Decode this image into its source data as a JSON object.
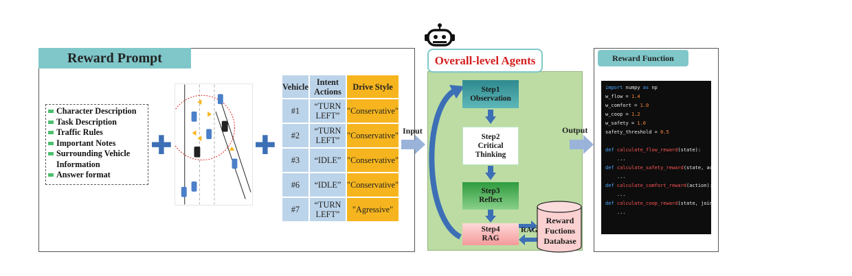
{
  "reward_prompt": {
    "title": "Reward Prompt",
    "items": [
      "Character Description",
      "Task Description",
      "Traffic Rules",
      "Important Notes",
      "Surrounding Vehicle Information",
      "Answer format"
    ]
  },
  "plus_symbol": "✚",
  "vehicle_table": {
    "headers": [
      "Vehicle",
      "Intent Actions",
      "Drive Style"
    ],
    "rows": [
      [
        "#1",
        "“TURN LEFT”",
        "\"Conservative\""
      ],
      [
        "#2",
        "“TURN LEFT”",
        "\"Conservative\""
      ],
      [
        "#3",
        "“IDLE”",
        "\"Conservative\""
      ],
      [
        "#6",
        "“IDLE”",
        "\"Conservative\""
      ],
      [
        "#7",
        "“TURN LEFT”",
        "\"Agressive\""
      ]
    ],
    "header_color": "#bcd4ea",
    "style_color": "#f6b51e"
  },
  "agents": {
    "title": "Overall-level Agents",
    "input_label": "Input",
    "output_label": "Output",
    "steps": [
      {
        "num": "Step1",
        "name": "Observation"
      },
      {
        "num": "Step2",
        "name": "Critical Thinking"
      },
      {
        "num": "Step3",
        "name": "Reflect"
      },
      {
        "num": "Step4",
        "name": "RAG"
      }
    ],
    "rag_label": "RAG",
    "database_label": "Reward Fuctions Database",
    "robot_icon": "robot-icon"
  },
  "reward_function": {
    "title": "Reward Function",
    "code": [
      "import numpy as np",
      "w_flow = 1.4",
      "w_comfort = 1.0",
      "w_coop = 1.2",
      "w_safety = 1.0",
      "safety_threshold = 0.5",
      "",
      "def calculate_flow_reward(state):",
      "    ...",
      "def calculate_safety_reward(state, action):",
      "    ...",
      "def calculate_comfort_reward(action):",
      "    ...",
      "def calculate_coop_reward(state, joint_actions, next_state):",
      "    ..."
    ]
  },
  "colors": {
    "teal": "#7fc7c9",
    "arrow_blue": "#3c6fb5",
    "agents_bg": "#bcdca4",
    "title_red": "#d42020"
  }
}
